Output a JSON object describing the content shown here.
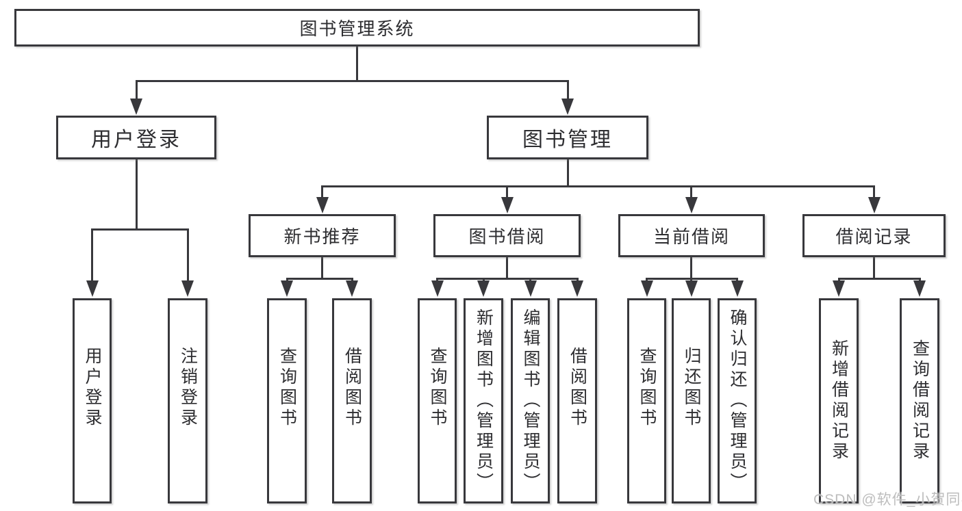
{
  "diagram": {
    "title": "图书管理系统",
    "nodes": [
      {
        "id": "root",
        "label": "图书管理系统"
      },
      {
        "id": "login",
        "label": "用户登录"
      },
      {
        "id": "book-mgmt",
        "label": "图书管理"
      },
      {
        "id": "new-book",
        "label": "新书推荐"
      },
      {
        "id": "book-borrow",
        "label": "图书借阅"
      },
      {
        "id": "current-borrow",
        "label": "当前借阅"
      },
      {
        "id": "borrow-records",
        "label": "借阅记录"
      },
      {
        "id": "leaf-user-login",
        "label": "用户登录"
      },
      {
        "id": "leaf-logout",
        "label": "注销登录"
      },
      {
        "id": "leaf-nb-query-book",
        "label": "查询图书"
      },
      {
        "id": "leaf-nb-borrow-book",
        "label": "借阅图书"
      },
      {
        "id": "leaf-bb-query-book",
        "label": "查询图书"
      },
      {
        "id": "leaf-bb-add-book",
        "label": "新增图书（管理员）"
      },
      {
        "id": "leaf-bb-edit-book",
        "label": "编辑图书（管理员）"
      },
      {
        "id": "leaf-bb-borrow-book",
        "label": "借阅图书"
      },
      {
        "id": "leaf-cb-query-book",
        "label": "查询图书"
      },
      {
        "id": "leaf-cb-return-book",
        "label": "归还图书"
      },
      {
        "id": "leaf-cb-confirm-return",
        "label": "确认归还（管理员）"
      },
      {
        "id": "leaf-br-add-record",
        "label": "新增借阅记录"
      },
      {
        "id": "leaf-br-query-record",
        "label": "查询借阅记录"
      }
    ],
    "hierarchy": {
      "图书管理系统": {
        "用户登录": [
          "用户登录",
          "注销登录"
        ],
        "图书管理": {
          "新书推荐": [
            "查询图书",
            "借阅图书"
          ],
          "图书借阅": [
            "查询图书",
            "新增图书（管理员）",
            "编辑图书（管理员）",
            "借阅图书"
          ],
          "当前借阅": [
            "查询图书",
            "归还图书",
            "确认归还（管理员）"
          ],
          "借阅记录": [
            "新增借阅记录",
            "查询借阅记录"
          ]
        }
      }
    },
    "colors": {
      "line": "#38383c",
      "text": "#2d2d30",
      "background": "#ffffff",
      "watermark": "#b9b9b9"
    },
    "watermark": "CSDN @软件_小贺同学"
  }
}
